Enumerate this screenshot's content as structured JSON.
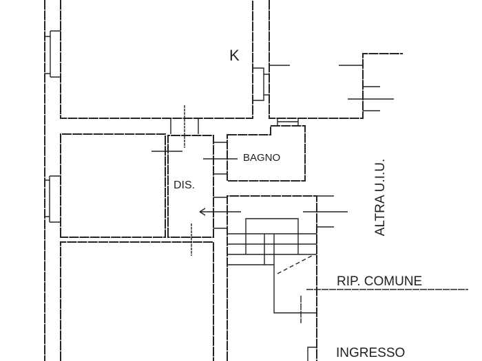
{
  "labels": {
    "kitchen": "K",
    "bathroom": "BAGNO",
    "hallway": "DIS.",
    "other_unit": "ALTRA U.I.U.",
    "common_landing": "RIP. COMUNE",
    "entrance": "INGRESSO"
  },
  "colors": {
    "ink": "#222222",
    "paper": "#ffffff"
  }
}
